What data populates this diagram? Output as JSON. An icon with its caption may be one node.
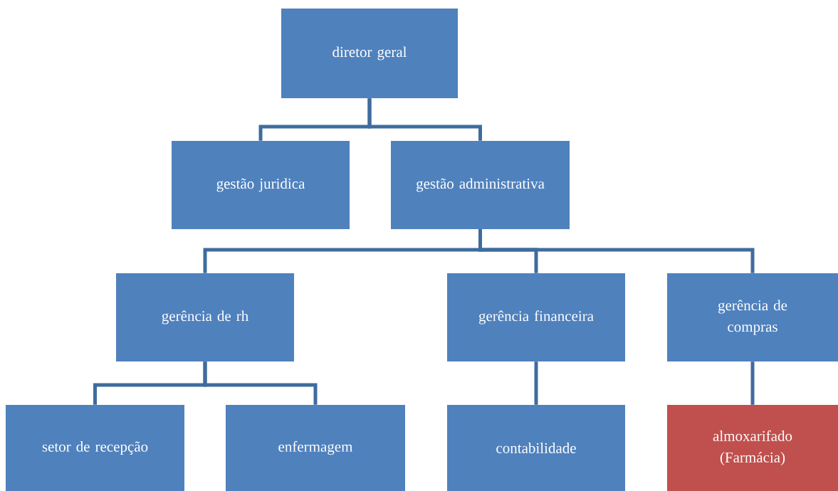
{
  "diagram": {
    "nodes": [
      {
        "text": [
          "diretor geral"
        ]
      },
      {
        "text": [
          "gestão juridica"
        ]
      },
      {
        "text": [
          "gestão administrativa"
        ]
      },
      {
        "text": [
          "gerência de rh"
        ]
      },
      {
        "text": [
          "gerência financeira"
        ]
      },
      {
        "text": [
          "gerência de compras"
        ]
      },
      {
        "text": [
          "setor de recepção"
        ]
      },
      {
        "text": [
          "enfermagem"
        ]
      },
      {
        "text": [
          "contabilidade"
        ]
      },
      {
        "text": [
          "almoxarifado (Farmácia)"
        ]
      }
    ],
    "edges": [
      {
        "from": 0,
        "to": 1,
        "arrow": "none"
      },
      {
        "from": 0,
        "to": 2,
        "arrow": "none"
      },
      {
        "from": 2,
        "to": 3,
        "arrow": "none"
      },
      {
        "from": 2,
        "to": 4,
        "arrow": "none"
      },
      {
        "from": 2,
        "to": 5,
        "arrow": "none"
      },
      {
        "from": 3,
        "to": 6,
        "arrow": "none"
      },
      {
        "from": 3,
        "to": 7,
        "arrow": "none"
      },
      {
        "from": 4,
        "to": 8,
        "arrow": "none"
      },
      {
        "from": 5,
        "to": 9,
        "arrow": "none"
      }
    ]
  }
}
